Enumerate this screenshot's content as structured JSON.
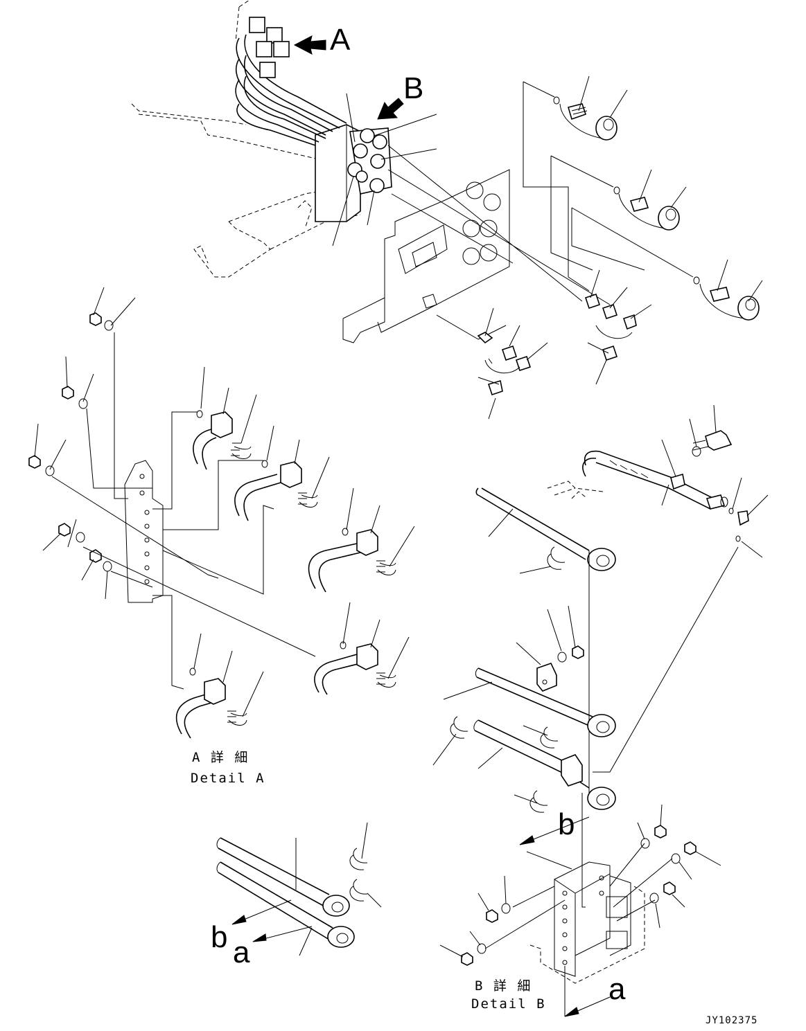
{
  "labels": {
    "view_a_letter": "A",
    "view_b_letter": "B",
    "detail_a_jp": "A 詳 細",
    "detail_a_en": "Detail A",
    "detail_b_jp": "B 詳 細",
    "detail_b_en": "Detail B",
    "ref_b_upper": "b",
    "ref_b_lower": "b",
    "ref_a_lower": "a",
    "ref_a_bottom": "a",
    "drawing_code": "JY102375"
  }
}
